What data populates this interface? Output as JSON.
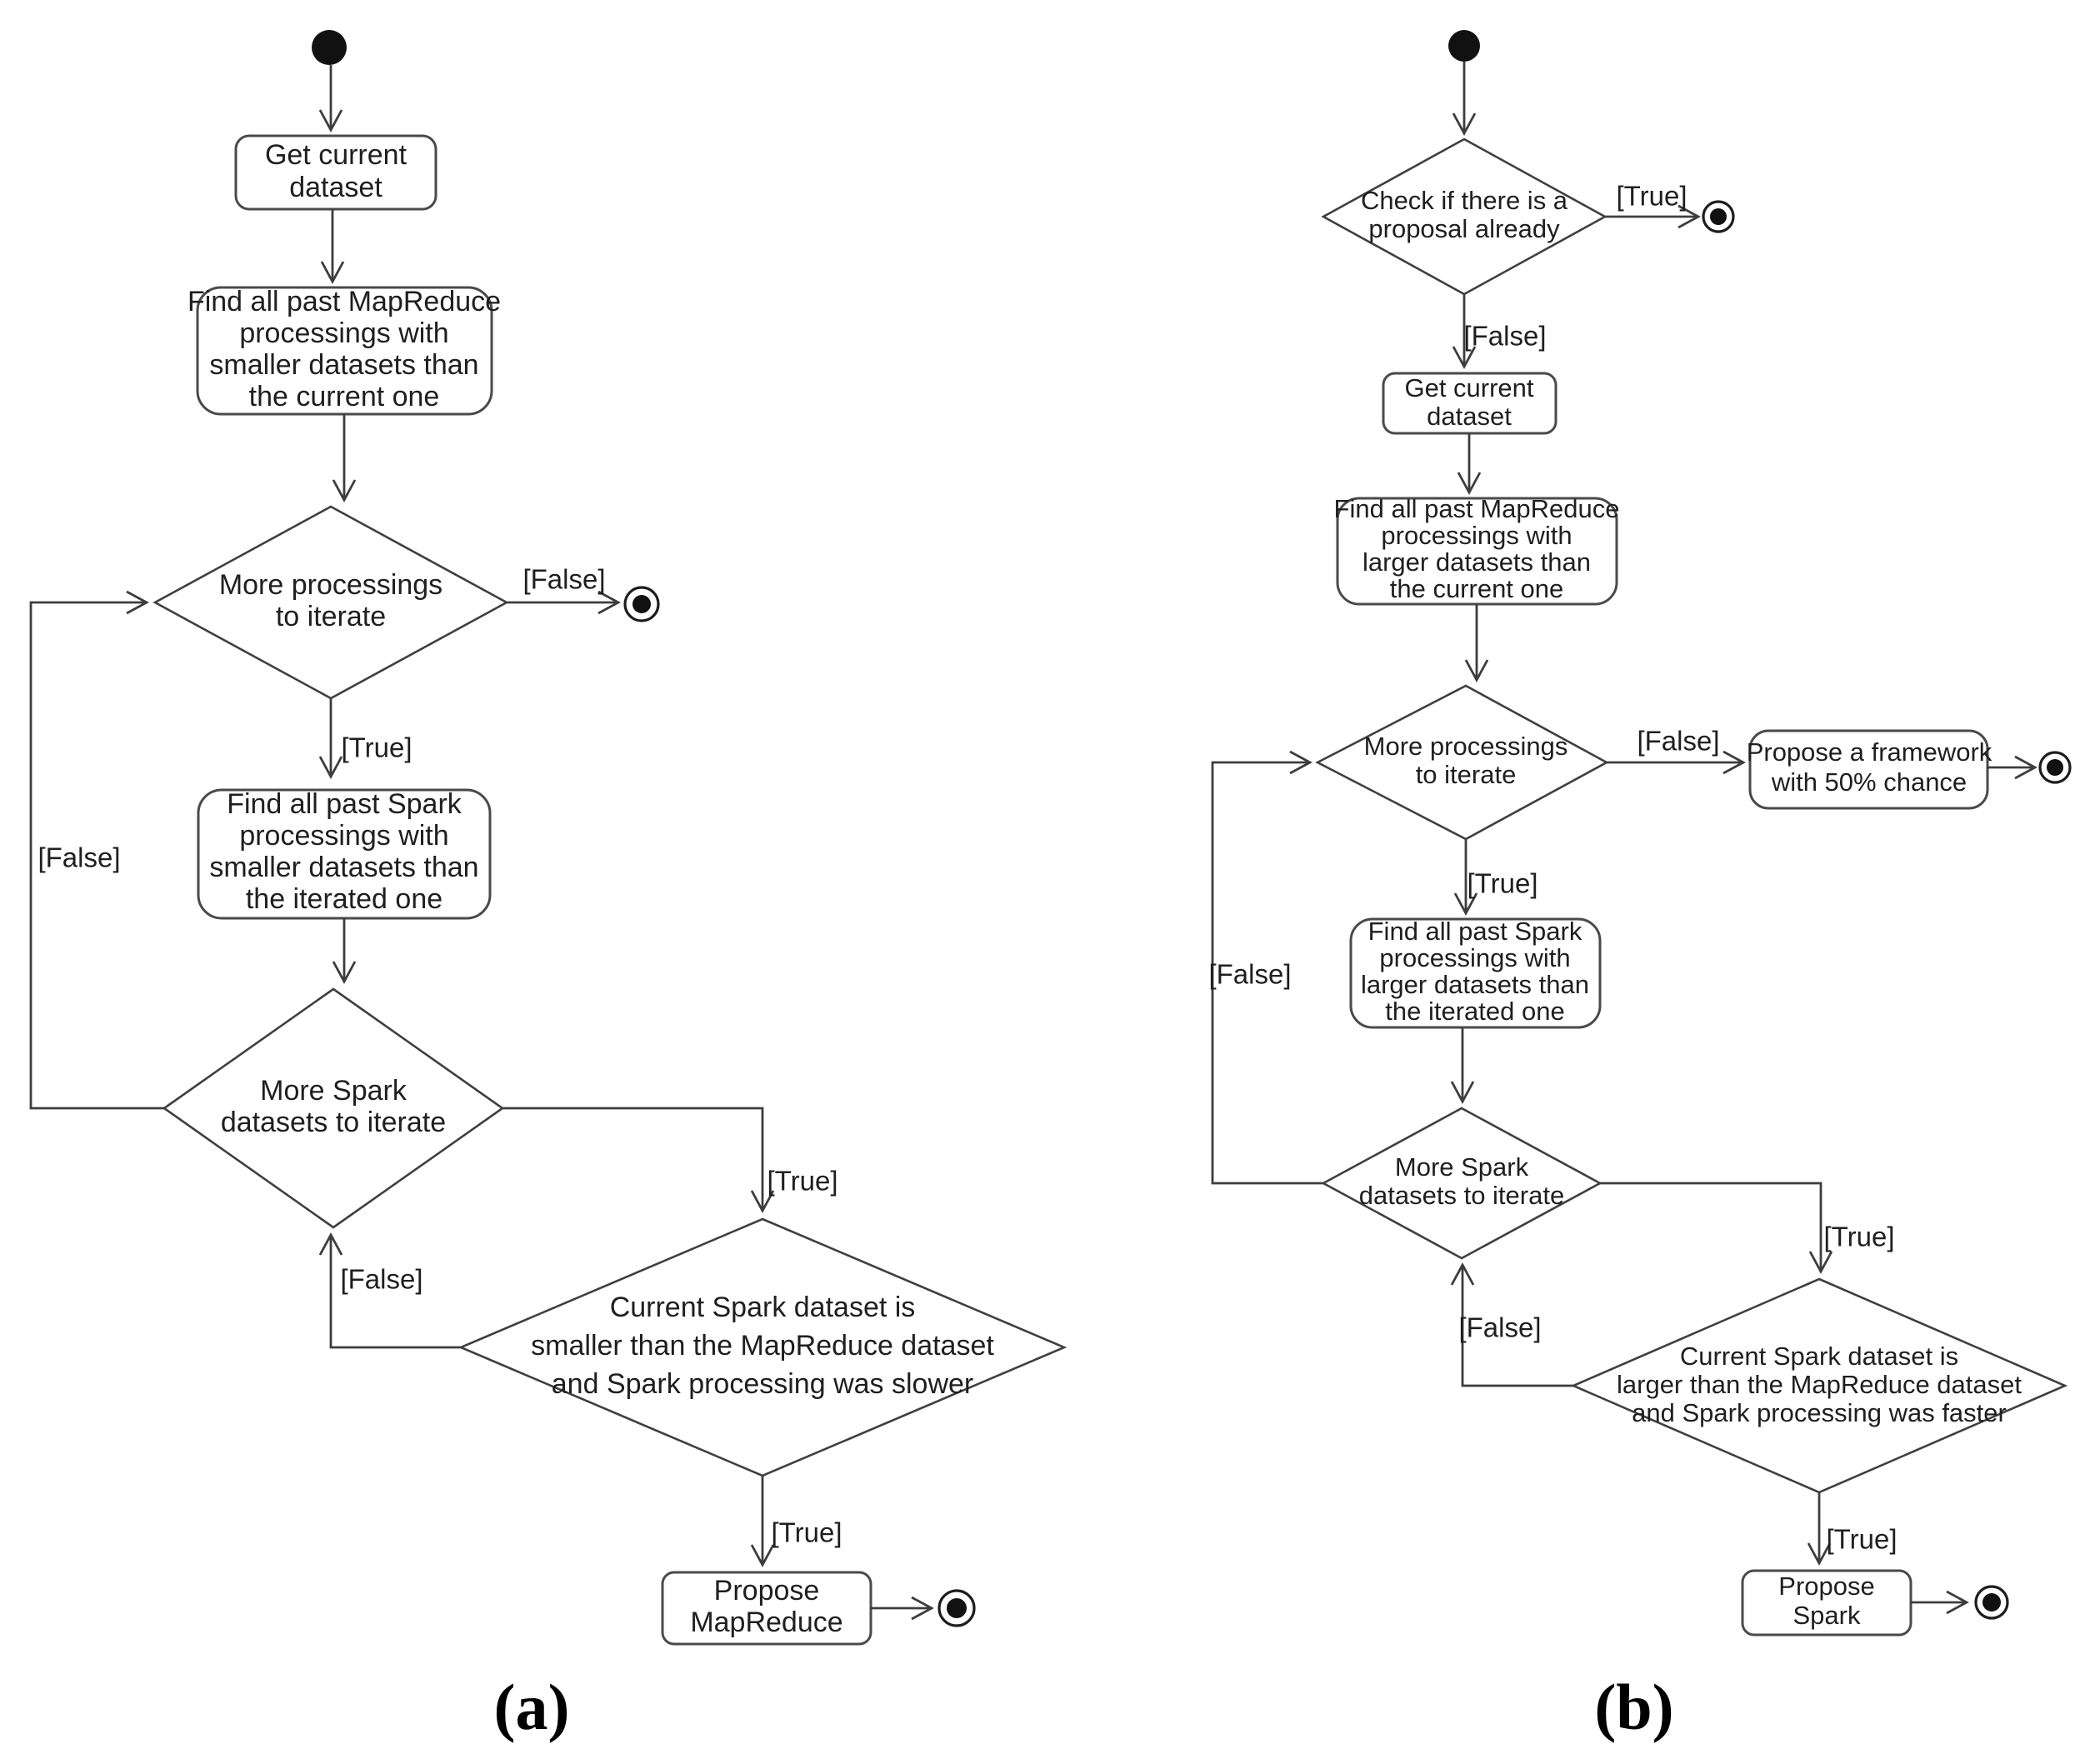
{
  "figure": {
    "type": "uml-activity-diagram-pair",
    "captions": {
      "a": "(a)",
      "b": "(b)"
    },
    "colors": {
      "background": "#ffffff",
      "line": "#3d3d3d",
      "node_fill": "#ffffff",
      "node_stroke": "#4a4a4a",
      "text": "#1f1f1f",
      "terminal_fill": "#111111"
    }
  },
  "diagram_a": {
    "caption": "(a)",
    "nodes": {
      "get_dataset": {
        "lines": [
          "Get current",
          "dataset"
        ]
      },
      "find_mapreduce": {
        "lines": [
          "Find all past MapReduce",
          "processings with",
          "smaller datasets than",
          "the current one"
        ]
      },
      "more_processings": {
        "lines": [
          "More processings",
          "to iterate"
        ]
      },
      "find_spark": {
        "lines": [
          "Find all past Spark",
          "processings with",
          "smaller datasets than",
          "the iterated one"
        ]
      },
      "more_spark": {
        "lines": [
          "More Spark",
          "datasets  to iterate"
        ]
      },
      "compare": {
        "lines": [
          "Current Spark dataset is",
          "smaller  than the MapReduce dataset",
          "and Spark processing was slower"
        ]
      },
      "propose": {
        "lines": [
          "Propose",
          "MapReduce"
        ]
      }
    },
    "guards": {
      "more_processings_false": "[False]",
      "more_processings_true": "[True]",
      "more_spark_false_loop": "[False]",
      "more_spark_true": "[True]",
      "compare_false": "[False]",
      "compare_true": "[True]"
    }
  },
  "diagram_b": {
    "caption": "(b)",
    "nodes": {
      "check_proposal": {
        "lines": [
          "Check if there is a",
          "proposal already"
        ]
      },
      "get_dataset": {
        "lines": [
          "Get current",
          "dataset"
        ]
      },
      "find_mapreduce": {
        "lines": [
          "Find all past MapReduce",
          "processings with",
          "larger datasets than",
          "the current one"
        ]
      },
      "more_processings": {
        "lines": [
          "More processings",
          "to iterate"
        ]
      },
      "propose_framework": {
        "lines": [
          "Propose a framework",
          "with 50% chance"
        ]
      },
      "find_spark": {
        "lines": [
          "Find all past Spark",
          "processings with",
          "larger datasets than",
          "the iterated one"
        ]
      },
      "more_spark": {
        "lines": [
          "More Spark",
          "datasets  to iterate"
        ]
      },
      "compare": {
        "lines": [
          "Current Spark dataset is",
          "larger than the MapReduce dataset",
          "and Spark processing was faster"
        ]
      },
      "propose": {
        "lines": [
          "Propose",
          "Spark"
        ]
      }
    },
    "guards": {
      "check_true": "[True]",
      "check_false": "[False]",
      "more_processings_false": "[False]",
      "more_processings_true": "[True]",
      "more_spark_false_loop": "[False]",
      "more_spark_true": "[True]",
      "compare_false": "[False]",
      "compare_true": "[True]"
    }
  }
}
